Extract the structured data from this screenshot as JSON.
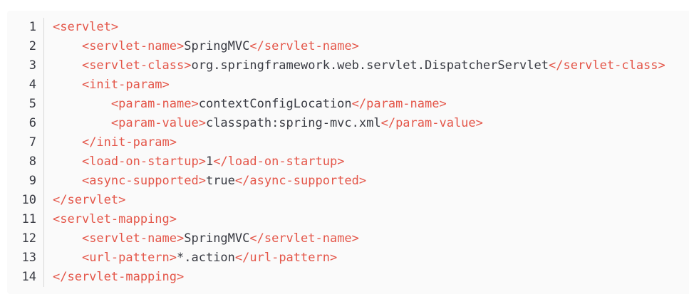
{
  "page": {
    "background_color": "#ffffff"
  },
  "code_block": {
    "language": "xml",
    "background_color": "#fafafa",
    "separator_color": "#d7d7d7",
    "line_number_color": "#383a42",
    "tag_color": "#e45649",
    "text_color": "#383a42",
    "lines": [
      {
        "number": "1",
        "segments": [
          {
            "type": "tag",
            "text": "<servlet>"
          }
        ]
      },
      {
        "number": "2",
        "segments": [
          {
            "type": "plain",
            "text": "    "
          },
          {
            "type": "tag",
            "text": "<servlet-name>"
          },
          {
            "type": "plain",
            "text": "SpringMVC"
          },
          {
            "type": "tag",
            "text": "</servlet-name>"
          }
        ]
      },
      {
        "number": "3",
        "segments": [
          {
            "type": "plain",
            "text": "    "
          },
          {
            "type": "tag",
            "text": "<servlet-class>"
          },
          {
            "type": "plain",
            "text": "org.springframework.web.servlet.DispatcherServlet"
          },
          {
            "type": "tag",
            "text": "</servlet-class>"
          }
        ]
      },
      {
        "number": "4",
        "segments": [
          {
            "type": "plain",
            "text": "    "
          },
          {
            "type": "tag",
            "text": "<init-param>"
          }
        ]
      },
      {
        "number": "5",
        "segments": [
          {
            "type": "plain",
            "text": "        "
          },
          {
            "type": "tag",
            "text": "<param-name>"
          },
          {
            "type": "plain",
            "text": "contextConfigLocation"
          },
          {
            "type": "tag",
            "text": "</param-name>"
          }
        ]
      },
      {
        "number": "6",
        "segments": [
          {
            "type": "plain",
            "text": "        "
          },
          {
            "type": "tag",
            "text": "<param-value>"
          },
          {
            "type": "plain",
            "text": "classpath:spring-mvc.xml"
          },
          {
            "type": "tag",
            "text": "</param-value>"
          }
        ]
      },
      {
        "number": "7",
        "segments": [
          {
            "type": "plain",
            "text": "    "
          },
          {
            "type": "tag",
            "text": "</init-param>"
          }
        ]
      },
      {
        "number": "8",
        "segments": [
          {
            "type": "plain",
            "text": "    "
          },
          {
            "type": "tag",
            "text": "<load-on-startup>"
          },
          {
            "type": "plain",
            "text": "1"
          },
          {
            "type": "tag",
            "text": "</load-on-startup>"
          }
        ]
      },
      {
        "number": "9",
        "segments": [
          {
            "type": "plain",
            "text": "    "
          },
          {
            "type": "tag",
            "text": "<async-supported>"
          },
          {
            "type": "plain",
            "text": "true"
          },
          {
            "type": "tag",
            "text": "</async-supported>"
          }
        ]
      },
      {
        "number": "10",
        "segments": [
          {
            "type": "tag",
            "text": "</servlet>"
          }
        ]
      },
      {
        "number": "11",
        "segments": [
          {
            "type": "tag",
            "text": "<servlet-mapping>"
          }
        ]
      },
      {
        "number": "12",
        "segments": [
          {
            "type": "plain",
            "text": "    "
          },
          {
            "type": "tag",
            "text": "<servlet-name>"
          },
          {
            "type": "plain",
            "text": "SpringMVC"
          },
          {
            "type": "tag",
            "text": "</servlet-name>"
          }
        ]
      },
      {
        "number": "13",
        "segments": [
          {
            "type": "plain",
            "text": "    "
          },
          {
            "type": "tag",
            "text": "<url-pattern>"
          },
          {
            "type": "plain",
            "text": "*.action"
          },
          {
            "type": "tag",
            "text": "</url-pattern>"
          }
        ]
      },
      {
        "number": "14",
        "segments": [
          {
            "type": "tag",
            "text": "</servlet-mapping>"
          }
        ]
      }
    ]
  }
}
